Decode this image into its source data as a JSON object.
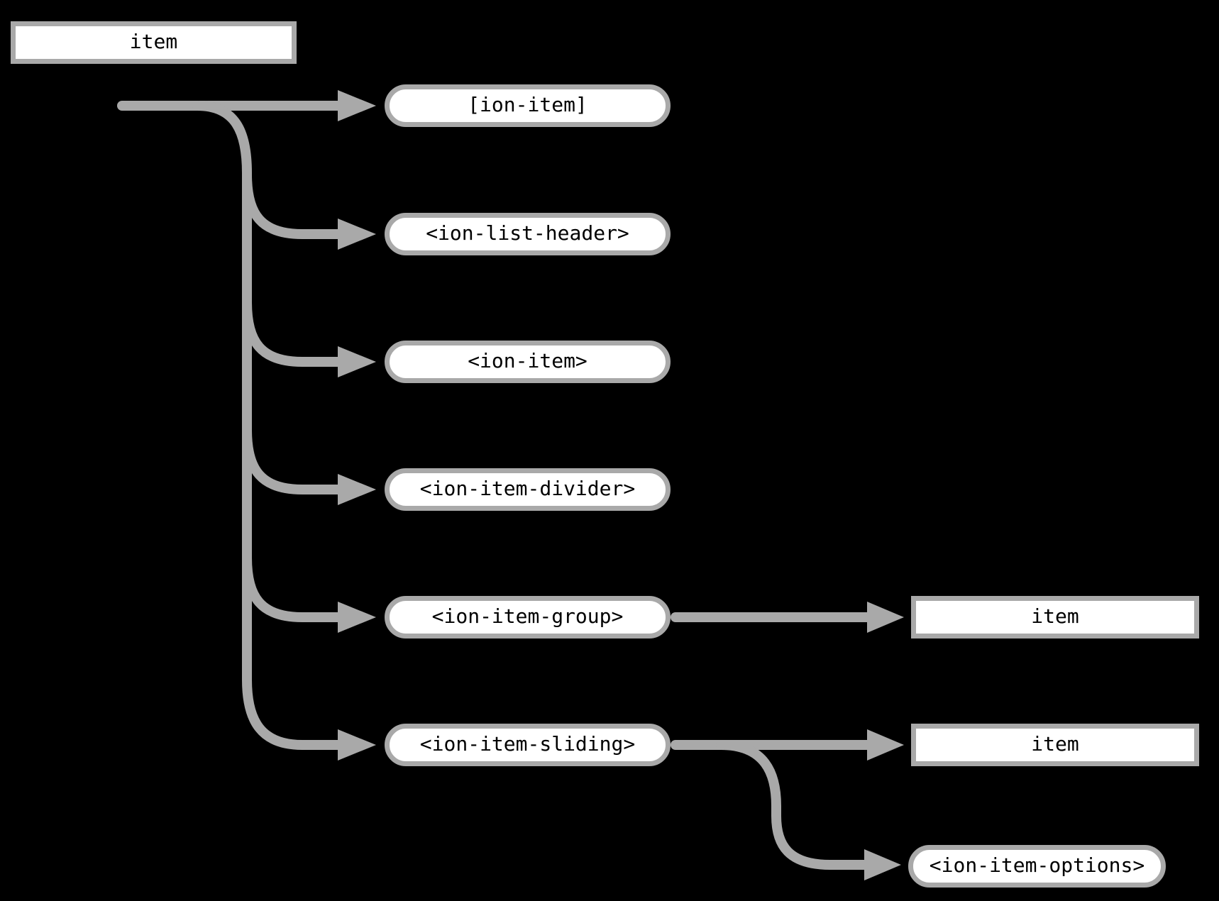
{
  "diagram": {
    "colors": {
      "background": "#000000",
      "node_fill": "#ffffff",
      "node_border": "#a9a9a9",
      "connector": "#a9a9a9",
      "label_text": "#000000"
    },
    "root": {
      "label": "item",
      "shape": "rect"
    },
    "children": [
      {
        "label": "[ion-item]",
        "shape": "pill",
        "children": []
      },
      {
        "label": "<ion-list-header>",
        "shape": "pill",
        "children": []
      },
      {
        "label": "<ion-item>",
        "shape": "pill",
        "children": []
      },
      {
        "label": "<ion-item-divider>",
        "shape": "pill",
        "children": []
      },
      {
        "label": "<ion-item-group>",
        "shape": "pill",
        "children": [
          {
            "label": "item",
            "shape": "rect"
          }
        ]
      },
      {
        "label": "<ion-item-sliding>",
        "shape": "pill",
        "children": [
          {
            "label": "item",
            "shape": "rect"
          },
          {
            "label": "<ion-item-options>",
            "shape": "pill"
          }
        ]
      }
    ]
  }
}
